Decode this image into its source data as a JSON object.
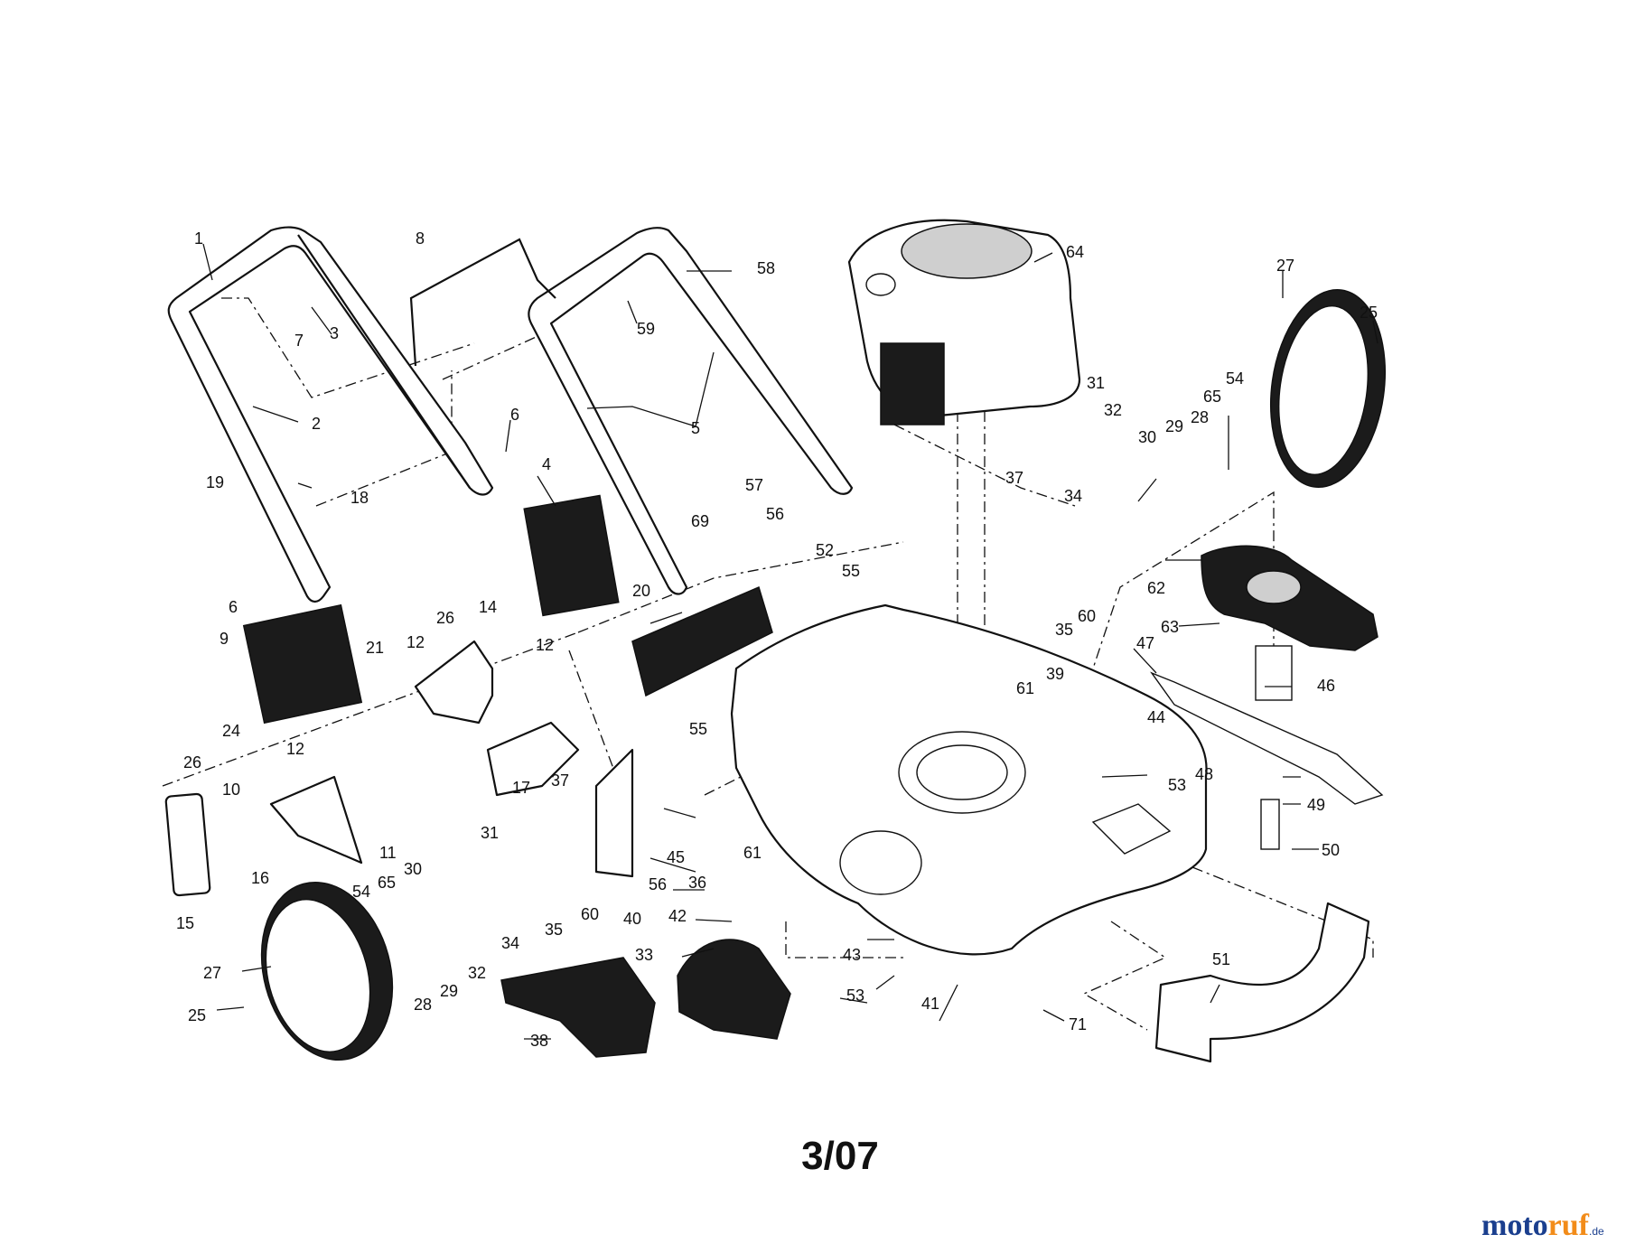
{
  "footer": {
    "date_code": "3/07",
    "watermark": {
      "part1": "moto",
      "part2": "ruf",
      "part3": ".de"
    }
  },
  "colors": {
    "line": "#111111",
    "brand_blue": "#1b3f8e",
    "brand_orange": "#f28c1a"
  },
  "callouts": [
    "1",
    "2",
    "3",
    "4",
    "5",
    "6",
    "6",
    "7",
    "8",
    "9",
    "10",
    "11",
    "12",
    "12",
    "12",
    "14",
    "15",
    "16",
    "17",
    "18",
    "19",
    "20",
    "21",
    "24",
    "25",
    "25",
    "26",
    "26",
    "27",
    "27",
    "28",
    "28",
    "29",
    "29",
    "30",
    "30",
    "31",
    "31",
    "32",
    "32",
    "33",
    "34",
    "34",
    "35",
    "35",
    "36",
    "37",
    "37",
    "38",
    "39",
    "40",
    "41",
    "42",
    "43",
    "44",
    "45",
    "46",
    "47",
    "48",
    "49",
    "50",
    "51",
    "52",
    "53",
    "53",
    "54",
    "54",
    "55",
    "55",
    "56",
    "56",
    "57",
    "58",
    "59",
    "60",
    "60",
    "61",
    "61",
    "62",
    "63",
    "64",
    "65",
    "65",
    "69",
    "71"
  ]
}
